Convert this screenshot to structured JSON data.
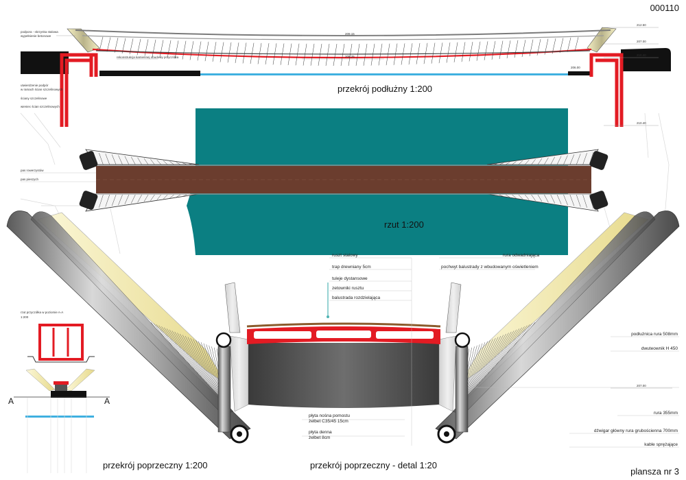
{
  "sheet": {
    "number": "000110",
    "plate": "plansza nr 3"
  },
  "longitudinal_section": {
    "title": "przekrój podłużny 1:200",
    "notes": {
      "support": "podpora - skrzynka stalowa",
      "support2": "wypełnienie betonowe",
      "reconstruction": "rekonstrukcja kamiennej obudowy przyczółka",
      "foundation": "utwierdzenie podpór",
      "foundation2": "w ramach ścian szczelinowych",
      "slurry_wall": "ściany szczelinowe",
      "slurry_wall2": "wieniec ścian szczelinowych"
    },
    "levels": {
      "top_mid": "209.15",
      "deck_mid": "208.25",
      "right_top": "212.50",
      "right_deck": "207.00",
      "right_ground": "210.40",
      "water": "206.00"
    }
  },
  "plan": {
    "title": "rzut 1:200",
    "lane_bike": "pas rowerzystów",
    "lane_ped": "pas pieszych",
    "level": "210.40"
  },
  "cross_section": {
    "title": "przekrój poprzeczny 1:200",
    "section_a": "A",
    "abutment_note": "rzut przyczółka w poziomie A-A",
    "abutment_scale": "1:200",
    "level": "207.00"
  },
  "detail": {
    "title": "przekrój poprzeczny - detal 1:20",
    "labels_top_left": [
      "ruszt stalowy",
      "trap drewniany 5cm",
      "tuleje dystansowe",
      "zetowniki rusztu",
      "balustrada rozdzielająca"
    ],
    "labels_top_right": [
      "rura odwadniająca",
      "pochwyt balustrady z wbudowanym oświetleniem"
    ],
    "labels_right": [
      "podłużnica rura 508mm",
      "dwuteownik H 450",
      "rura 355mm",
      "dźwigar główny rura grubościenna 700mm",
      "kable sprężające"
    ],
    "deck_plate": "płyta nośna pomostu",
    "deck_plate2": "żelbet C35/45 15cm",
    "bottom_plate": "płyta denna",
    "bottom_plate2": "żelbet 8cm"
  },
  "colors": {
    "structure_red": "#e31b23",
    "water_teal": "#0b7f82",
    "deck_brown": "#6b3d2e",
    "tube_gray": "#9a9a9a",
    "cream": "#efe6a6",
    "water_line": "#3fb0e0"
  }
}
